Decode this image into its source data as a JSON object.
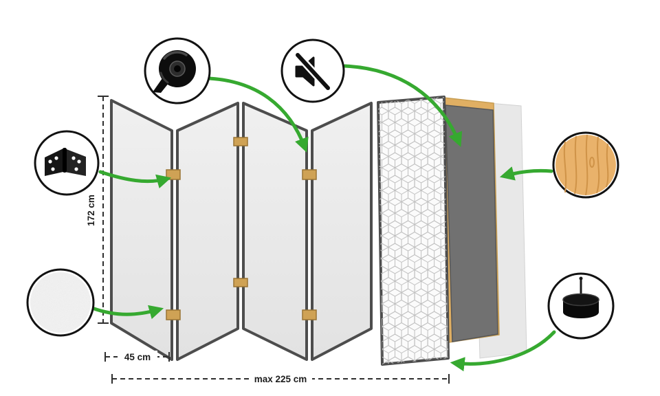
{
  "diagram": {
    "title": "folding-room-divider-specification",
    "dimensions": {
      "height_label": "172 cm",
      "panel_width_label": "45 cm",
      "total_width_label": "max 225 cm"
    },
    "panels": {
      "count": 5,
      "layers": [
        "folded-plain-panels",
        "printed-pattern-canvas",
        "dark-board-with-wood-frame",
        "plain-backing-canvas"
      ]
    },
    "callouts": [
      {
        "id": "hinge",
        "icon": "hinge-icon"
      },
      {
        "id": "tape",
        "icon": "adhesive-tape-icon"
      },
      {
        "id": "mute",
        "icon": "sound-dampening-icon"
      },
      {
        "id": "texture",
        "icon": "canvas-texture-icon"
      },
      {
        "id": "wood",
        "icon": "pine-wood-icon"
      },
      {
        "id": "felt",
        "icon": "floor-protector-icon"
      }
    ],
    "colors": {
      "accent_green": "#36a930",
      "panel_fill": "#eaeaea",
      "panel_edge": "#4d4d4d",
      "wood_frame": "#e0af63",
      "dark_panel": "#717171",
      "hinge_wood": "#cfa255",
      "pattern_line": "#bfbfbf"
    }
  }
}
